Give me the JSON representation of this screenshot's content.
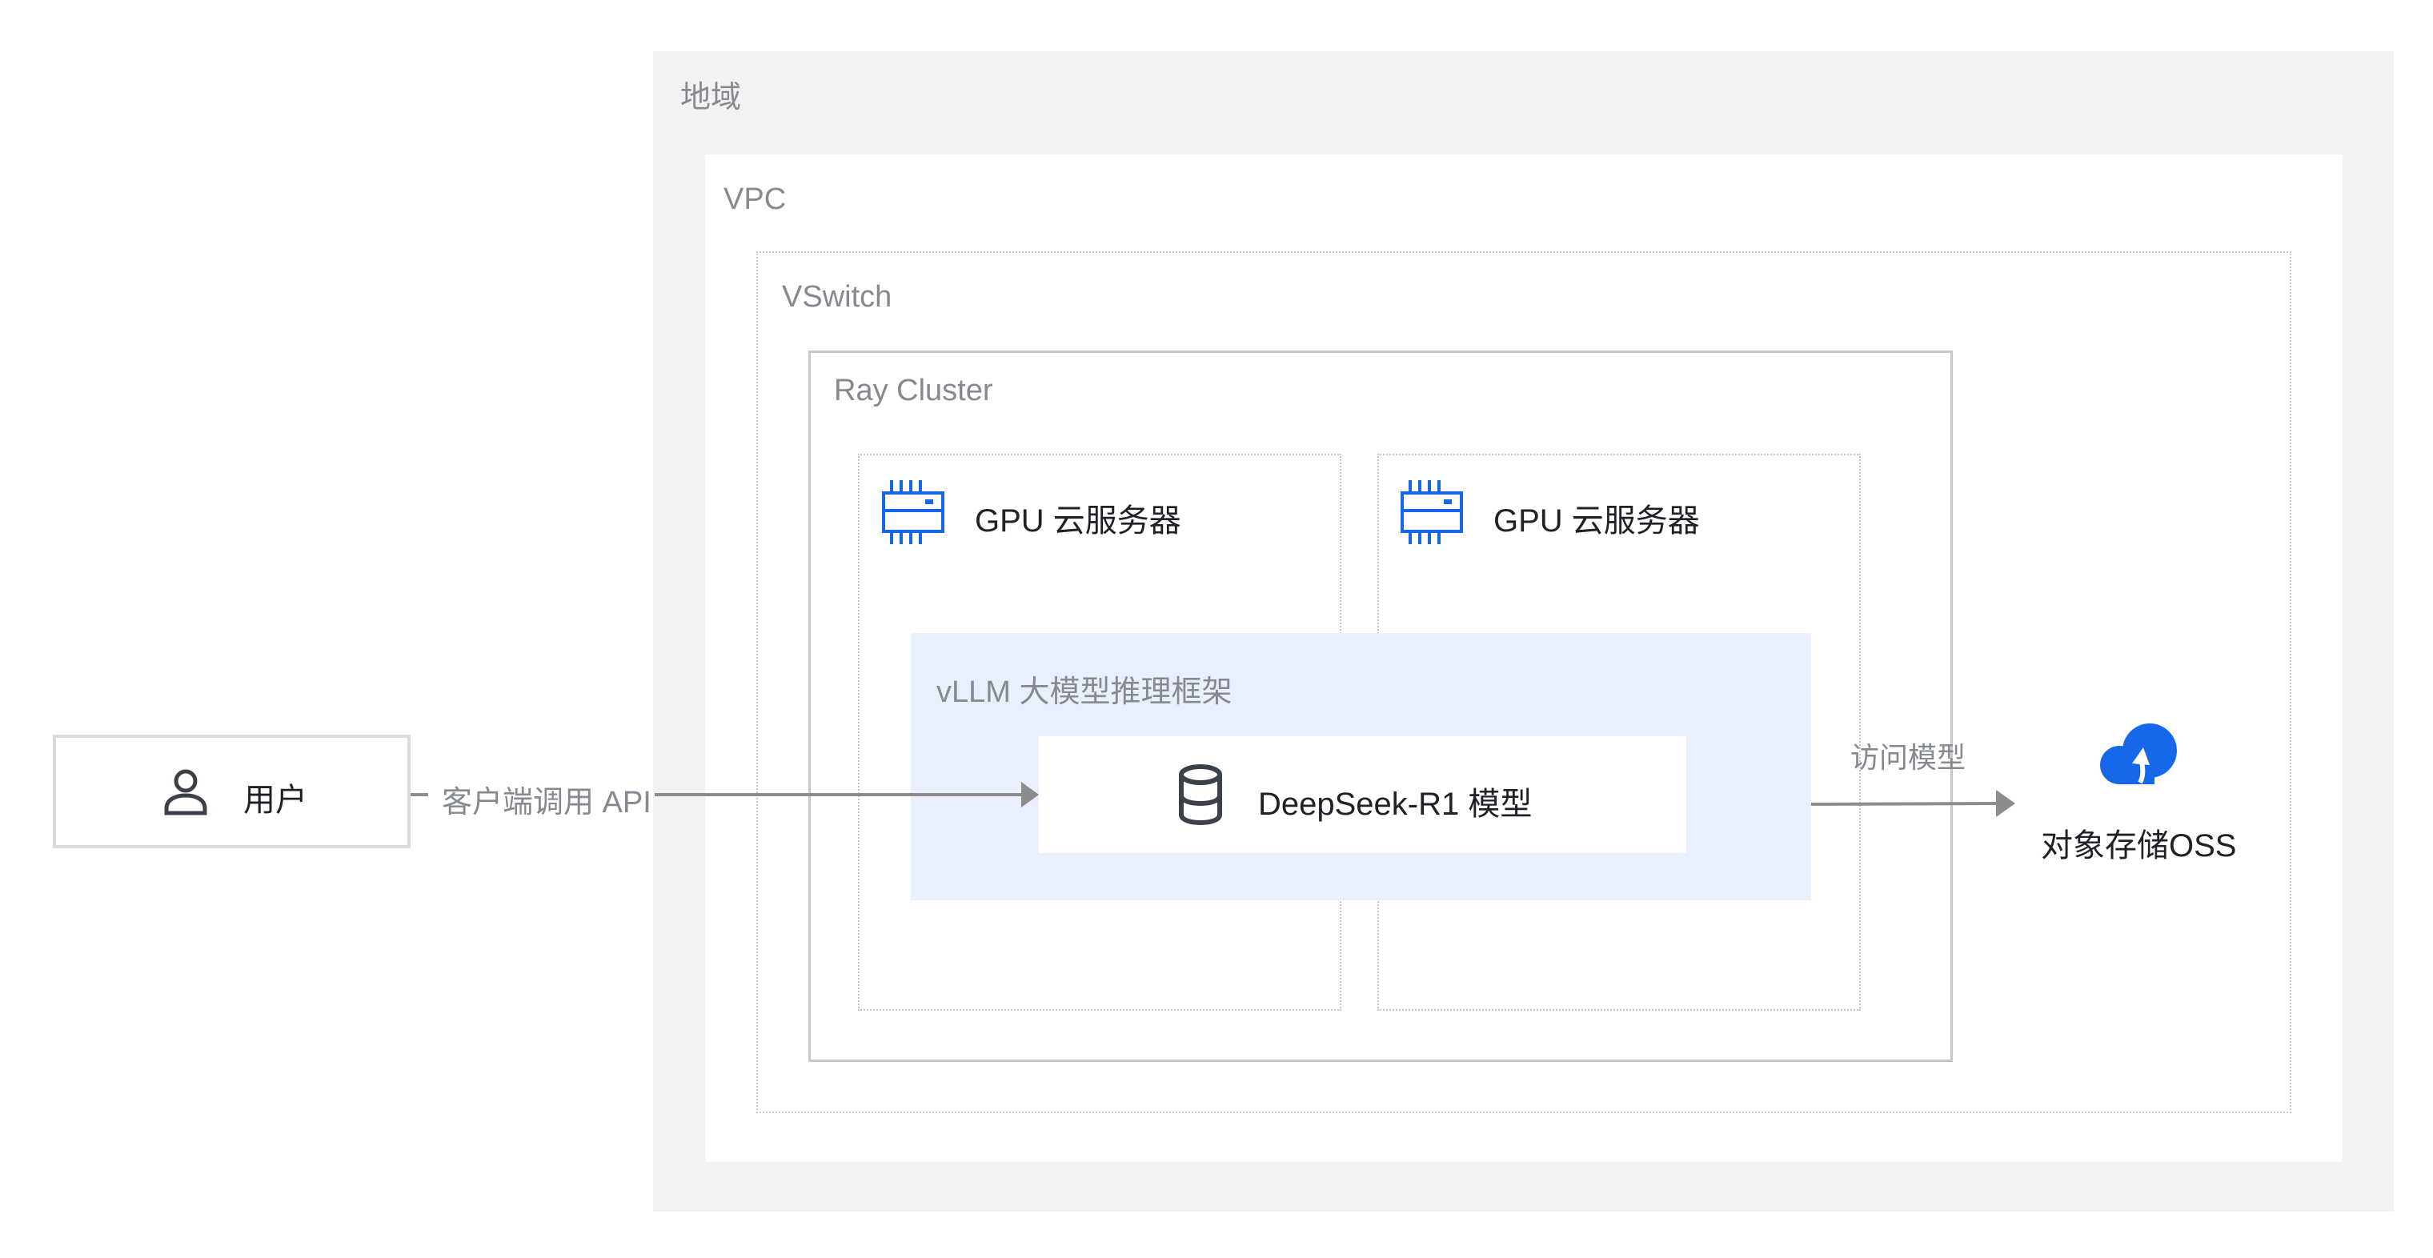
{
  "region": {
    "label": "地域"
  },
  "vpc": {
    "label": "VPC"
  },
  "vswitch": {
    "label": "VSwitch"
  },
  "cluster": {
    "label": "Ray Cluster"
  },
  "gpu_servers": [
    {
      "label": "GPU 云服务器"
    },
    {
      "label": "GPU 云服务器"
    }
  ],
  "framework": {
    "label": "vLLM 大模型推理框架"
  },
  "model": {
    "label": "DeepSeek-R1 模型"
  },
  "user": {
    "label": "用户"
  },
  "edges": {
    "user_to_model": "客户端调用 API",
    "model_to_oss": "访问模型"
  },
  "oss": {
    "label": "对象存储OSS"
  },
  "colors": {
    "accent": "#1668eb",
    "region_bg": "#f2f2f2",
    "framework_bg": "#e9effd",
    "arrow": "#8c8c8c"
  }
}
